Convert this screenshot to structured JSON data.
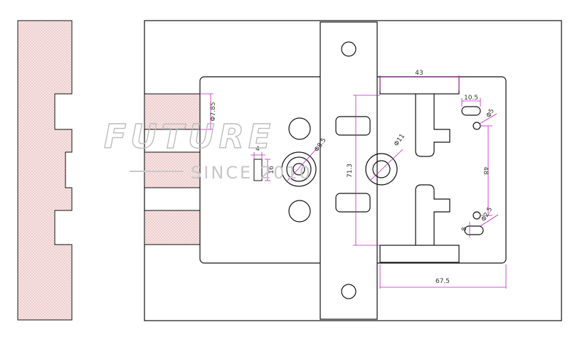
{
  "drawing": {
    "line_color": "#111111",
    "dimension_color": "#c020c0",
    "hatch_color": "#f2bcbc",
    "dimensions": {
      "d43": "43",
      "d10_5": "10.5",
      "phi5_right": "Φ5",
      "d48": "48",
      "phi2_5": "Φ2.5",
      "d8": "8",
      "d67_5": "67.5",
      "phi8_5": "Φ8.5",
      "phi11": "Φ11",
      "d4": "4",
      "d16": "16",
      "d71_3": "71.3",
      "phi7_85": "Φ7.85"
    }
  },
  "watermark": {
    "brand": "FUTURE",
    "since": "SINCE 2010"
  }
}
